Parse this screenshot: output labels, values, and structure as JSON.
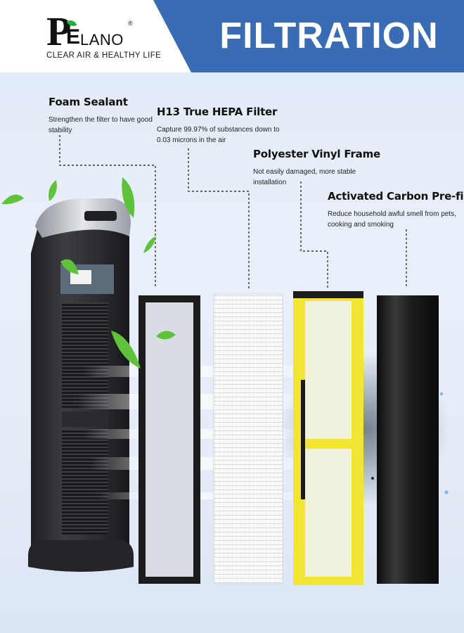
{
  "header": {
    "brand": {
      "letter_p": "P",
      "letter_e": "E",
      "rest": "LANO",
      "registered": "®",
      "tagline": "CLEAR AIR & HEALTHY LIFE"
    },
    "title": "FILTRATION"
  },
  "callouts": [
    {
      "title": "Foam Sealant",
      "description": "Strengthen the filter to have good stability"
    },
    {
      "title": "H13 True HEPA Filter",
      "description": "Capture 99.97% of substances down to 0.03 microns in the air"
    },
    {
      "title": "Polyester Vinyl Frame",
      "description": "Not easily damaged, more stable installation"
    },
    {
      "title": "Activated Carbon Pre-filter",
      "description": "Reduce household awful smell from pets, cooking and smoking"
    }
  ],
  "colors": {
    "header_band": "#3a6cb4",
    "frame_yellow": "#f2e437",
    "carbon": "#1b1b1b",
    "purifier_body": "#2e2f33",
    "leaf_green": "#5ec23a"
  }
}
